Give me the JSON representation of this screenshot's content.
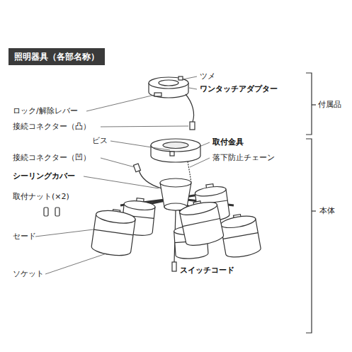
{
  "diagram": {
    "nodes": [
      {
        "text": [
          "照明器具（各部名称）"
        ]
      }
    ],
    "labels": [
      "ツメ",
      "ワンタッチアダプター",
      "ロック/解除レバー",
      "接続コネクター（凸）",
      "ビス",
      "取付金具",
      "接続コネクター（凹）",
      "落下防止チェーン",
      "シーリングカバー",
      "取付ナット(×2)",
      "セード",
      "ソケット",
      "スイッチコード",
      "付属品",
      "本体"
    ]
  }
}
